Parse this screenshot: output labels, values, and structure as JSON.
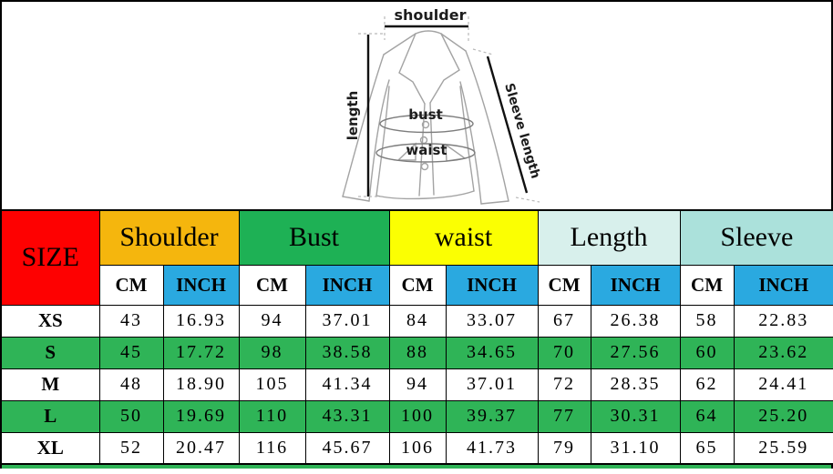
{
  "diagram": {
    "labels": {
      "shoulder": "shoulder",
      "length": "length",
      "bust": "bust",
      "waist": "waist",
      "sleeve": "Sleeve length"
    }
  },
  "table": {
    "size_header": "SIZE",
    "groups": [
      {
        "label": "Shoulder"
      },
      {
        "label": "Bust"
      },
      {
        "label": "waist"
      },
      {
        "label": "Length"
      },
      {
        "label": "Sleeve"
      }
    ],
    "units": {
      "cm": "CM",
      "inch": "INCH"
    },
    "rows": [
      {
        "size": "XS",
        "values": [
          "43",
          "16.93",
          "94",
          "37.01",
          "84",
          "33.07",
          "67",
          "26.38",
          "58",
          "22.83"
        ]
      },
      {
        "size": "S",
        "values": [
          "45",
          "17.72",
          "98",
          "38.58",
          "88",
          "34.65",
          "70",
          "27.56",
          "60",
          "23.62"
        ]
      },
      {
        "size": "M",
        "values": [
          "48",
          "18.90",
          "105",
          "41.34",
          "94",
          "37.01",
          "72",
          "28.35",
          "62",
          "24.41"
        ]
      },
      {
        "size": "L",
        "values": [
          "50",
          "19.69",
          "110",
          "43.31",
          "100",
          "39.37",
          "77",
          "30.31",
          "64",
          "25.20"
        ]
      },
      {
        "size": "XL",
        "values": [
          "52",
          "20.47",
          "116",
          "45.67",
          "106",
          "41.73",
          "79",
          "31.10",
          "65",
          "25.59"
        ]
      }
    ]
  },
  "colors": {
    "size_header_bg": "#FE0101",
    "shoulder_header_bg": "#F5B60D",
    "bust_header_bg": "#1EB155",
    "waist_header_bg": "#FBFF02",
    "length_header_bg": "#D8F0EC",
    "sleeve_header_bg": "#ABE1DB",
    "inch_header_bg": "#2AA9E0",
    "row_highlight_bg": "#2FB457"
  },
  "chart_data": {
    "type": "table",
    "title": "SIZE",
    "columns": [
      "SIZE",
      "Shoulder CM",
      "Shoulder INCH",
      "Bust CM",
      "Bust INCH",
      "waist CM",
      "waist INCH",
      "Length CM",
      "Length INCH",
      "Sleeve CM",
      "Sleeve INCH"
    ],
    "rows": [
      [
        "XS",
        43,
        16.93,
        94,
        37.01,
        84,
        33.07,
        67,
        26.38,
        58,
        22.83
      ],
      [
        "S",
        45,
        17.72,
        98,
        38.58,
        88,
        34.65,
        70,
        27.56,
        60,
        23.62
      ],
      [
        "M",
        48,
        18.9,
        105,
        41.34,
        94,
        37.01,
        72,
        28.35,
        62,
        24.41
      ],
      [
        "L",
        50,
        19.69,
        110,
        43.31,
        100,
        39.37,
        77,
        30.31,
        64,
        25.2
      ],
      [
        "XL",
        52,
        20.47,
        116,
        45.67,
        106,
        41.73,
        79,
        31.1,
        65,
        25.59
      ]
    ]
  }
}
